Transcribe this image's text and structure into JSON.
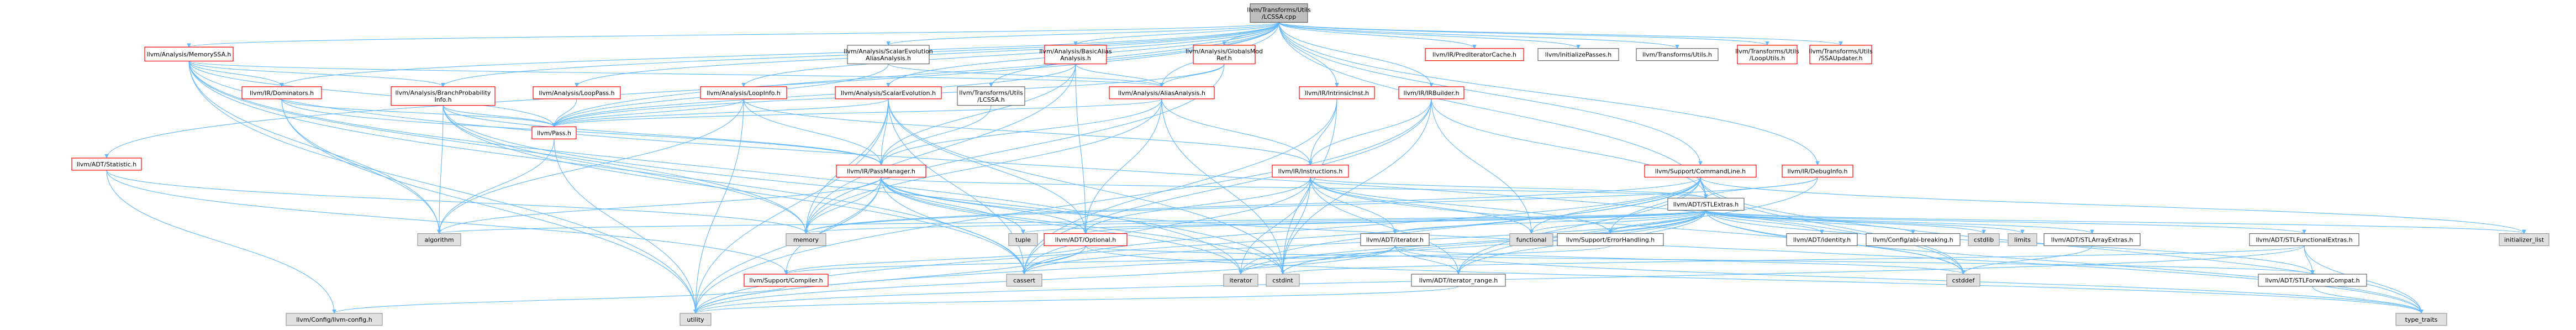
{
  "colors": {
    "root_fill": "#bfbfbf",
    "root_stroke": "#666666",
    "white_stroke": "#666666",
    "red_stroke": "#ff0000",
    "gray_fill": "#e0e0e0",
    "gray_stroke": "#999999",
    "edge": "#63b8ff"
  },
  "nodes": {
    "root": {
      "lines": [
        "llvm/Transforms/Utils",
        "/LCSSA.cpp"
      ],
      "style": "root"
    },
    "memssa": {
      "lines": [
        "llvm/Analysis/MemorySSA.h"
      ],
      "style": "red"
    },
    "scevaa": {
      "lines": [
        "llvm/Analysis/ScalarEvolution",
        "AliasAnalysis.h"
      ],
      "style": "white"
    },
    "basicaa": {
      "lines": [
        "llvm/Analysis/BasicAlias",
        "Analysis.h"
      ],
      "style": "red"
    },
    "globalsmod": {
      "lines": [
        "llvm/Analysis/GlobalsMod",
        "Ref.h"
      ],
      "style": "red"
    },
    "predcache": {
      "lines": [
        "llvm/IR/PredIteratorCache.h"
      ],
      "style": "red"
    },
    "initpasses": {
      "lines": [
        "llvm/InitializePasses.h"
      ],
      "style": "white"
    },
    "tutils": {
      "lines": [
        "llvm/Transforms/Utils.h"
      ],
      "style": "white"
    },
    "looputils": {
      "lines": [
        "llvm/Transforms/Utils",
        "/LoopUtils.h"
      ],
      "style": "red"
    },
    "ssaupd": {
      "lines": [
        "llvm/Transforms/Utils",
        "/SSAUpdater.h"
      ],
      "style": "red"
    },
    "dominators": {
      "lines": [
        "llvm/IR/Dominators.h"
      ],
      "style": "red"
    },
    "bpi": {
      "lines": [
        "llvm/Analysis/BranchProbability",
        "Info.h"
      ],
      "style": "red"
    },
    "looppass": {
      "lines": [
        "llvm/Analysis/LoopPass.h"
      ],
      "style": "red"
    },
    "loopinfo": {
      "lines": [
        "llvm/Analysis/LoopInfo.h"
      ],
      "style": "red"
    },
    "scev": {
      "lines": [
        "llvm/Analysis/ScalarEvolution.h"
      ],
      "style": "red"
    },
    "tlcssa": {
      "lines": [
        "llvm/Transforms/Utils",
        "/LCSSA.h"
      ],
      "style": "white"
    },
    "aa": {
      "lines": [
        "llvm/Analysis/AliasAnalysis.h"
      ],
      "style": "red"
    },
    "intrinsic": {
      "lines": [
        "llvm/IR/IntrinsicInst.h"
      ],
      "style": "red"
    },
    "irbuilder": {
      "lines": [
        "llvm/IR/IRBuilder.h"
      ],
      "style": "red"
    },
    "cmdline": {
      "lines": [
        "llvm/Support/CommandLine.h"
      ],
      "style": "red"
    },
    "debuginfo": {
      "lines": [
        "llvm/IR/DebugInfo.h"
      ],
      "style": "red"
    },
    "statistic": {
      "lines": [
        "llvm/ADT/Statistic.h"
      ],
      "style": "red"
    },
    "pass": {
      "lines": [
        "llvm/Pass.h"
      ],
      "style": "red"
    },
    "passmgr": {
      "lines": [
        "llvm/IR/PassManager.h"
      ],
      "style": "red"
    },
    "instructions": {
      "lines": [
        "llvm/IR/Instructions.h"
      ],
      "style": "red"
    },
    "stlextras": {
      "lines": [
        "llvm/ADT/STLExtras.h"
      ],
      "style": "white"
    },
    "algorithm": {
      "lines": [
        "algorithm"
      ],
      "style": "gray"
    },
    "memory": {
      "lines": [
        "memory"
      ],
      "style": "gray"
    },
    "tuple": {
      "lines": [
        "tuple"
      ],
      "style": "gray"
    },
    "optional": {
      "lines": [
        "llvm/ADT/Optional.h"
      ],
      "style": "red"
    },
    "functional": {
      "lines": [
        "functional"
      ],
      "style": "gray"
    },
    "adtiterator": {
      "lines": [
        "llvm/ADT/iterator.h"
      ],
      "style": "white"
    },
    "errhandling": {
      "lines": [
        "llvm/Support/ErrorHandling.h"
      ],
      "style": "white"
    },
    "identity": {
      "lines": [
        "llvm/ADT/identity.h"
      ],
      "style": "white"
    },
    "abibreak": {
      "lines": [
        "llvm/Config/abi-breaking.h"
      ],
      "style": "white"
    },
    "cstdlib": {
      "lines": [
        "cstdlib"
      ],
      "style": "gray"
    },
    "limits": {
      "lines": [
        "limits"
      ],
      "style": "gray"
    },
    "stlarray": {
      "lines": [
        "llvm/ADT/STLArrayExtras.h"
      ],
      "style": "white"
    },
    "stlfunc": {
      "lines": [
        "llvm/ADT/STLFunctionalExtras.h"
      ],
      "style": "white"
    },
    "initlist": {
      "lines": [
        "initializer_list"
      ],
      "style": "gray"
    },
    "compiler": {
      "lines": [
        "llvm/Support/Compiler.h"
      ],
      "style": "red"
    },
    "cassert": {
      "lines": [
        "cassert"
      ],
      "style": "gray"
    },
    "iterator": {
      "lines": [
        "iterator"
      ],
      "style": "gray"
    },
    "cstdint": {
      "lines": [
        "cstdint"
      ],
      "style": "gray"
    },
    "iterrange": {
      "lines": [
        "llvm/ADT/iterator_range.h"
      ],
      "style": "white"
    },
    "cstddef": {
      "lines": [
        "cstddef"
      ],
      "style": "gray"
    },
    "stlfwd": {
      "lines": [
        "llvm/ADT/STLForwardCompat.h"
      ],
      "style": "white"
    },
    "llvmconfig": {
      "lines": [
        "llvm/Config/llvm-config.h"
      ],
      "style": "gray"
    },
    "utility": {
      "lines": [
        "utility"
      ],
      "style": "gray"
    },
    "typetraits": {
      "lines": [
        "type_traits"
      ],
      "style": "gray"
    }
  },
  "edges": [
    [
      "root",
      "memssa"
    ],
    [
      "root",
      "scevaa"
    ],
    [
      "root",
      "basicaa"
    ],
    [
      "root",
      "globalsmod"
    ],
    [
      "root",
      "predcache"
    ],
    [
      "root",
      "initpasses"
    ],
    [
      "root",
      "tutils"
    ],
    [
      "root",
      "looputils"
    ],
    [
      "root",
      "ssaupd"
    ],
    [
      "root",
      "dominators"
    ],
    [
      "root",
      "bpi"
    ],
    [
      "root",
      "looppass"
    ],
    [
      "root",
      "loopinfo"
    ],
    [
      "root",
      "scev"
    ],
    [
      "root",
      "tlcssa"
    ],
    [
      "root",
      "aa"
    ],
    [
      "root",
      "intrinsic"
    ],
    [
      "root",
      "irbuilder"
    ],
    [
      "root",
      "cmdline"
    ],
    [
      "root",
      "debuginfo"
    ],
    [
      "root",
      "statistic"
    ],
    [
      "root",
      "pass"
    ],
    [
      "root",
      "stlextras"
    ],
    [
      "memssa",
      "dominators"
    ],
    [
      "memssa",
      "aa"
    ],
    [
      "memssa",
      "bpi"
    ],
    [
      "memssa",
      "pass"
    ],
    [
      "memssa",
      "algorithm"
    ],
    [
      "memssa",
      "memory"
    ],
    [
      "memssa",
      "cassert"
    ],
    [
      "memssa",
      "cstddef"
    ],
    [
      "memssa",
      "utility"
    ],
    [
      "memssa",
      "iterator"
    ],
    [
      "scevaa",
      "aa"
    ],
    [
      "scevaa",
      "pass"
    ],
    [
      "basicaa",
      "aa"
    ],
    [
      "basicaa",
      "passmgr"
    ],
    [
      "basicaa",
      "pass"
    ],
    [
      "basicaa",
      "optional"
    ],
    [
      "basicaa",
      "memory"
    ],
    [
      "globalsmod",
      "aa"
    ],
    [
      "globalsmod",
      "pass"
    ],
    [
      "globalsmod",
      "memory"
    ],
    [
      "dominators",
      "passmgr"
    ],
    [
      "dominators",
      "pass"
    ],
    [
      "dominators",
      "algorithm"
    ],
    [
      "dominators",
      "utility"
    ],
    [
      "bpi",
      "passmgr"
    ],
    [
      "bpi",
      "pass"
    ],
    [
      "bpi",
      "algorithm"
    ],
    [
      "bpi",
      "memory"
    ],
    [
      "bpi",
      "cassert"
    ],
    [
      "bpi",
      "cstdint"
    ],
    [
      "looppass",
      "pass"
    ],
    [
      "loopinfo",
      "passmgr"
    ],
    [
      "loopinfo",
      "pass"
    ],
    [
      "loopinfo",
      "instructions"
    ],
    [
      "loopinfo",
      "algorithm"
    ],
    [
      "loopinfo",
      "utility"
    ],
    [
      "scev",
      "passmgr"
    ],
    [
      "scev",
      "pass"
    ],
    [
      "scev",
      "optional"
    ],
    [
      "scev",
      "memory"
    ],
    [
      "scev",
      "cassert"
    ],
    [
      "scev",
      "cstdint"
    ],
    [
      "scev",
      "utility"
    ],
    [
      "tlcssa",
      "passmgr"
    ],
    [
      "aa",
      "passmgr"
    ],
    [
      "aa",
      "pass"
    ],
    [
      "aa",
      "instructions"
    ],
    [
      "aa",
      "optional"
    ],
    [
      "aa",
      "cstdint"
    ],
    [
      "aa",
      "memory"
    ],
    [
      "intrinsic",
      "instructions"
    ],
    [
      "intrinsic",
      "cassert"
    ],
    [
      "intrinsic",
      "cstdint"
    ],
    [
      "irbuilder",
      "instructions"
    ],
    [
      "irbuilder",
      "stlextras"
    ],
    [
      "irbuilder",
      "functional"
    ],
    [
      "irbuilder",
      "cassert"
    ],
    [
      "irbuilder",
      "cstdint"
    ],
    [
      "irbuilder",
      "utility"
    ],
    [
      "cmdline",
      "stlextras"
    ],
    [
      "cmdline",
      "errhandling"
    ],
    [
      "cmdline",
      "functional"
    ],
    [
      "cmdline",
      "initlist"
    ],
    [
      "cmdline",
      "cassert"
    ],
    [
      "cmdline",
      "cstddef"
    ],
    [
      "cmdline",
      "iterator"
    ],
    [
      "cmdline",
      "memory"
    ],
    [
      "cmdline",
      "utility"
    ],
    [
      "cmdline",
      "iterrange"
    ],
    [
      "cmdline",
      "typetraits"
    ],
    [
      "debuginfo",
      "stlextras"
    ],
    [
      "debuginfo",
      "iterrange"
    ],
    [
      "debuginfo",
      "memory"
    ],
    [
      "statistic",
      "compiler"
    ],
    [
      "statistic",
      "llvmconfig"
    ],
    [
      "statistic",
      "memory"
    ],
    [
      "statistic",
      "atomic_none"
    ],
    [
      "pass",
      "algorithm"
    ],
    [
      "pass",
      "utility"
    ],
    [
      "passmgr",
      "stlextras"
    ],
    [
      "passmgr",
      "tuple"
    ],
    [
      "passmgr",
      "algorithm"
    ],
    [
      "passmgr",
      "memory"
    ],
    [
      "passmgr",
      "cassert"
    ],
    [
      "passmgr",
      "cstdint"
    ],
    [
      "passmgr",
      "iterator"
    ],
    [
      "passmgr",
      "utility"
    ],
    [
      "passmgr",
      "typetraits"
    ],
    [
      "passmgr",
      "optional"
    ],
    [
      "passmgr",
      "compiler"
    ],
    [
      "instructions",
      "stlextras"
    ],
    [
      "instructions",
      "adtiterator"
    ],
    [
      "instructions",
      "iterrange"
    ],
    [
      "instructions",
      "errhandling"
    ],
    [
      "instructions",
      "functional"
    ],
    [
      "instructions",
      "cassert"
    ],
    [
      "instructions",
      "cstddef"
    ],
    [
      "instructions",
      "cstdint"
    ],
    [
      "instructions",
      "iterator"
    ],
    [
      "instructions",
      "optional"
    ],
    [
      "stlextras",
      "algorithm"
    ],
    [
      "stlextras",
      "memory"
    ],
    [
      "stlextras",
      "tuple"
    ],
    [
      "stlextras",
      "optional"
    ],
    [
      "stlextras",
      "functional"
    ],
    [
      "stlextras",
      "adtiterator"
    ],
    [
      "stlextras",
      "errhandling"
    ],
    [
      "stlextras",
      "identity"
    ],
    [
      "stlextras",
      "abibreak"
    ],
    [
      "stlextras",
      "cstdlib"
    ],
    [
      "stlextras",
      "limits"
    ],
    [
      "stlextras",
      "stlarray"
    ],
    [
      "stlextras",
      "stlfunc"
    ],
    [
      "stlextras",
      "initlist"
    ],
    [
      "stlextras",
      "cassert"
    ],
    [
      "stlextras",
      "iterator"
    ],
    [
      "stlextras",
      "cstdint"
    ],
    [
      "stlextras",
      "iterrange"
    ],
    [
      "stlextras",
      "cstddef"
    ],
    [
      "stlextras",
      "stlfwd"
    ],
    [
      "stlextras",
      "utility"
    ],
    [
      "stlextras",
      "typetraits"
    ],
    [
      "optional",
      "compiler"
    ],
    [
      "optional",
      "stlfwd"
    ],
    [
      "optional",
      "cassert"
    ],
    [
      "optional",
      "utility"
    ],
    [
      "optional",
      "typetraits"
    ],
    [
      "optional",
      "new_none"
    ],
    [
      "adtiterator",
      "iterrange"
    ],
    [
      "adtiterator",
      "cstddef"
    ],
    [
      "adtiterator",
      "iterator"
    ],
    [
      "adtiterator",
      "typetraits"
    ],
    [
      "adtiterator",
      "utility"
    ],
    [
      "errhandling",
      "compiler"
    ],
    [
      "stlarray",
      "cstddef"
    ],
    [
      "stlfunc",
      "stlfwd"
    ],
    [
      "stlfunc",
      "cstdint"
    ],
    [
      "stlfunc",
      "typetraits"
    ],
    [
      "stlfunc",
      "utility"
    ],
    [
      "compiler",
      "llvmconfig"
    ],
    [
      "iterrange",
      "utility"
    ],
    [
      "stlfwd",
      "typetraits"
    ]
  ]
}
